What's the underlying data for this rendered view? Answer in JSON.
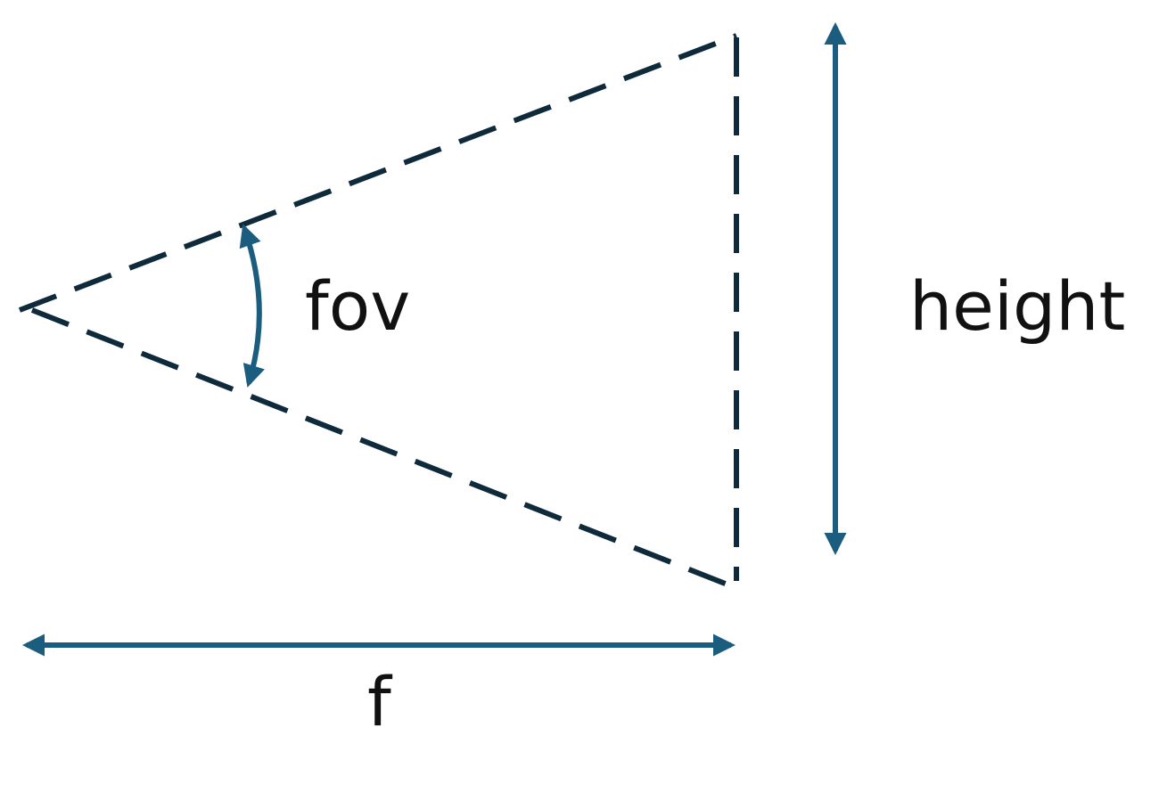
{
  "labels": {
    "fov": "fov",
    "height": "height",
    "f": "f"
  },
  "colors": {
    "frustum_lines": "#0f2a3a",
    "dimension_arrows": "#1b5d7e",
    "text": "#111111",
    "background": "#ffffff"
  }
}
